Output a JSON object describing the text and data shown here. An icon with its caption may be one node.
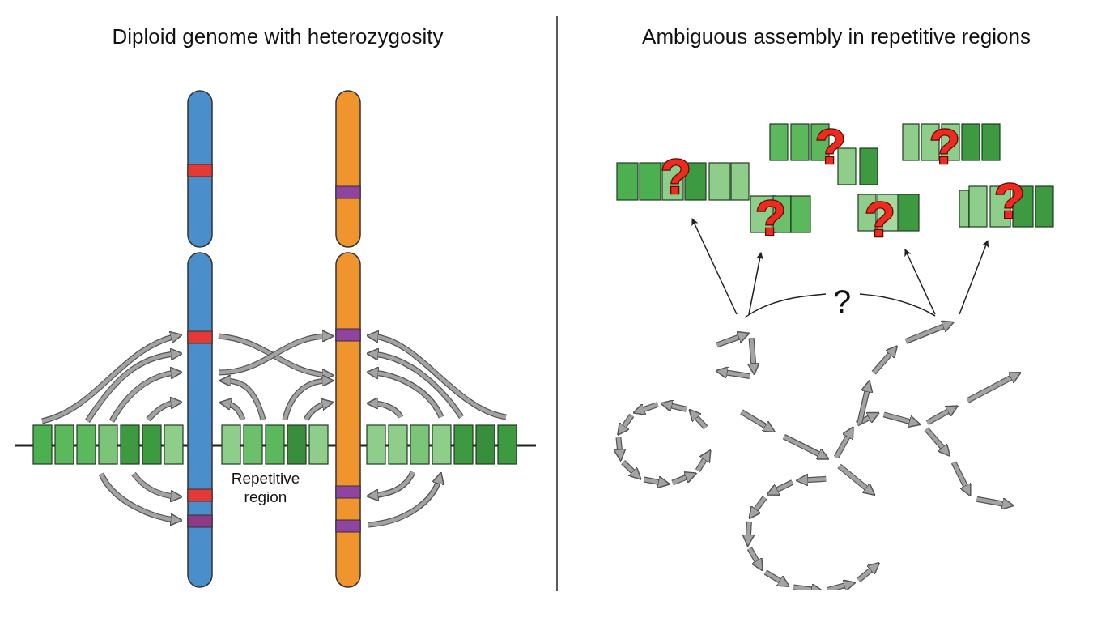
{
  "diagram": {
    "nodes": [
      {
        "text": [
          "?"
        ]
      },
      {
        "text": [
          "?"
        ]
      },
      {
        "text": [
          "?"
        ]
      },
      {
        "text": [
          "?"
        ]
      },
      {
        "text": [
          "?"
        ]
      },
      {
        "text": [
          "?"
        ]
      },
      {
        "text": [],
        "shape": "picture"
      }
    ],
    "edges": [
      {
        "from": 6,
        "to": 0,
        "arrow": "to"
      },
      {
        "from": 6,
        "to": 2,
        "arrow": "to"
      },
      {
        "from": 6,
        "to": 3,
        "arrow": "to"
      },
      {
        "from": 6,
        "to": 5,
        "arrow": "to"
      }
    ],
    "labels": [
      "Diploid genome with heterozygosity",
      "Ambiguous assembly in repetitive regions",
      "Repetitive region",
      "?"
    ]
  }
}
